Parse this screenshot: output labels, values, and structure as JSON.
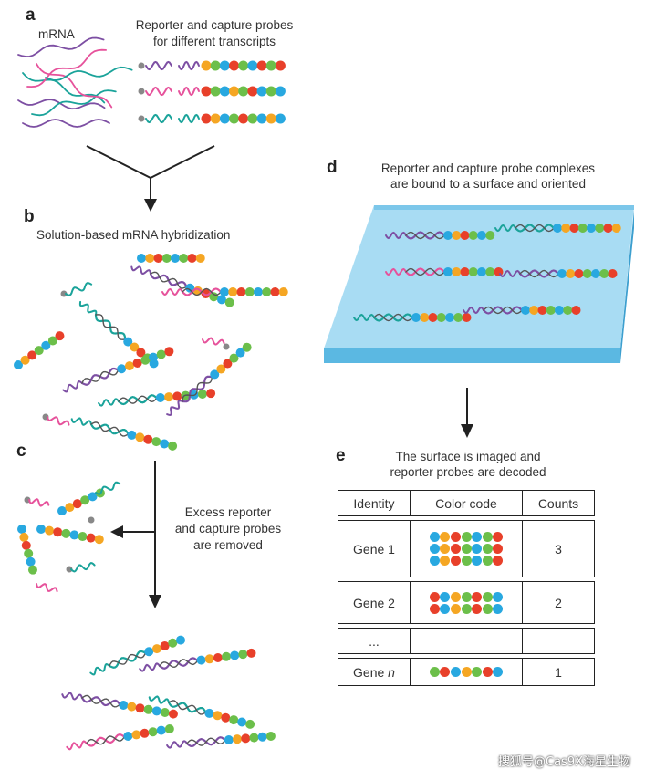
{
  "panel_a": {
    "letter": "a",
    "mrna_label": "mRNA",
    "probes_title_1": "Reporter and capture probes",
    "probes_title_2": "for different transcripts"
  },
  "panel_b": {
    "letter": "b",
    "title": "Solution-based mRNA hybridization"
  },
  "panel_c": {
    "letter": "c",
    "label_1": "Excess reporter",
    "label_2": "and capture probes",
    "label_3": "are removed"
  },
  "panel_d": {
    "letter": "d",
    "title_1": "Reporter and capture probe complexes",
    "title_2": "are bound to a surface and oriented"
  },
  "panel_e": {
    "letter": "e",
    "title_1": "The surface is imaged and",
    "title_2": "reporter probes are decoded"
  },
  "table": {
    "headers": [
      "Identity",
      "Color code",
      "Counts"
    ],
    "rows": [
      {
        "identity": "Gene 1",
        "count": "3"
      },
      {
        "identity": "Gene 2",
        "count": "2"
      },
      {
        "identity": "...",
        "count": ""
      },
      {
        "identity_prefix": "Gene ",
        "identity_italic": "n",
        "count": "1"
      }
    ]
  },
  "watermark": "搜狐号@Cas9X海星生物",
  "colors": {
    "red": "#e8402a",
    "orange": "#f5a623",
    "green": "#6cbf4a",
    "blue": "#28a8e0",
    "purple": "#7d4fa3",
    "pink": "#e6529b",
    "teal": "#1aa39a",
    "surface": "#9fd6ef",
    "surface_edge": "#5bb8e2"
  }
}
